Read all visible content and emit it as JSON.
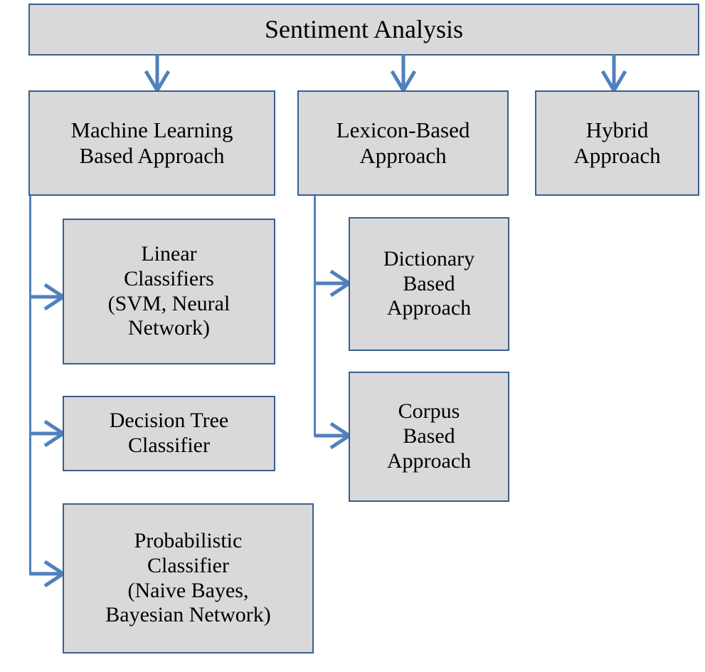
{
  "diagram": {
    "title": "Sentiment Analysis",
    "type": "hierarchy-flowchart",
    "colors": {
      "node_fill": "#d9d9d9",
      "node_border": "#3a5f8f",
      "connector": "#4f81bd",
      "text": "#000000",
      "background": "#ffffff"
    },
    "root": {
      "label": "Sentiment Analysis"
    },
    "branches": [
      {
        "label": "Machine Learning\nBased Approach",
        "children": [
          {
            "label": "Linear\nClassifiers\n(SVM, Neural\nNetwork)"
          },
          {
            "label": "Decision Tree\nClassifier"
          },
          {
            "label": "Probabilistic\nClassifier\n(Naive Bayes,\nBayesian Network)"
          }
        ]
      },
      {
        "label": "Lexicon-Based\nApproach",
        "children": [
          {
            "label": "Dictionary\nBased\nApproach"
          },
          {
            "label": "Corpus\nBased\nApproach"
          }
        ]
      },
      {
        "label": "Hybrid\nApproach",
        "children": []
      }
    ],
    "connectors": {
      "root_to_branch_arrows": 3,
      "branch_to_child_arrows": 5,
      "arrow_style": "open-chevron"
    }
  }
}
